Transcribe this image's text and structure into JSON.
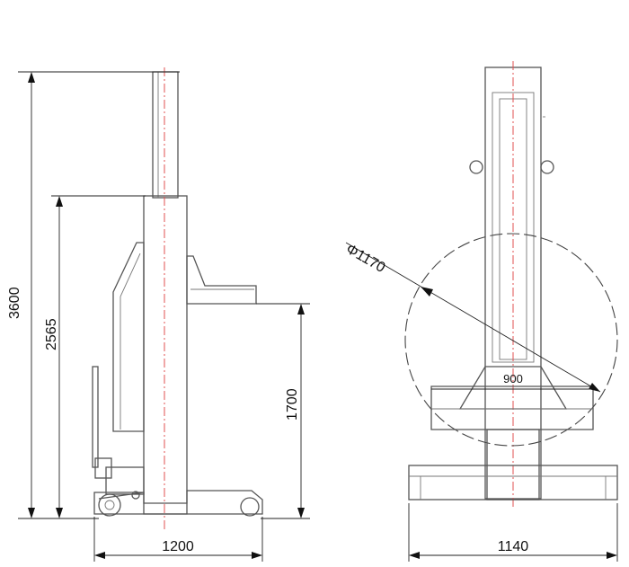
{
  "side_view": {
    "height_total": "3600",
    "height_carriage": "2565",
    "height_platform": "1700",
    "width_base": "1200"
  },
  "front_view": {
    "diameter": "Φ1170",
    "top_width": "900",
    "width_base": "1140"
  },
  "colors": {
    "line": "#555555",
    "dimension": "#222222",
    "centerline": "#e05050"
  }
}
